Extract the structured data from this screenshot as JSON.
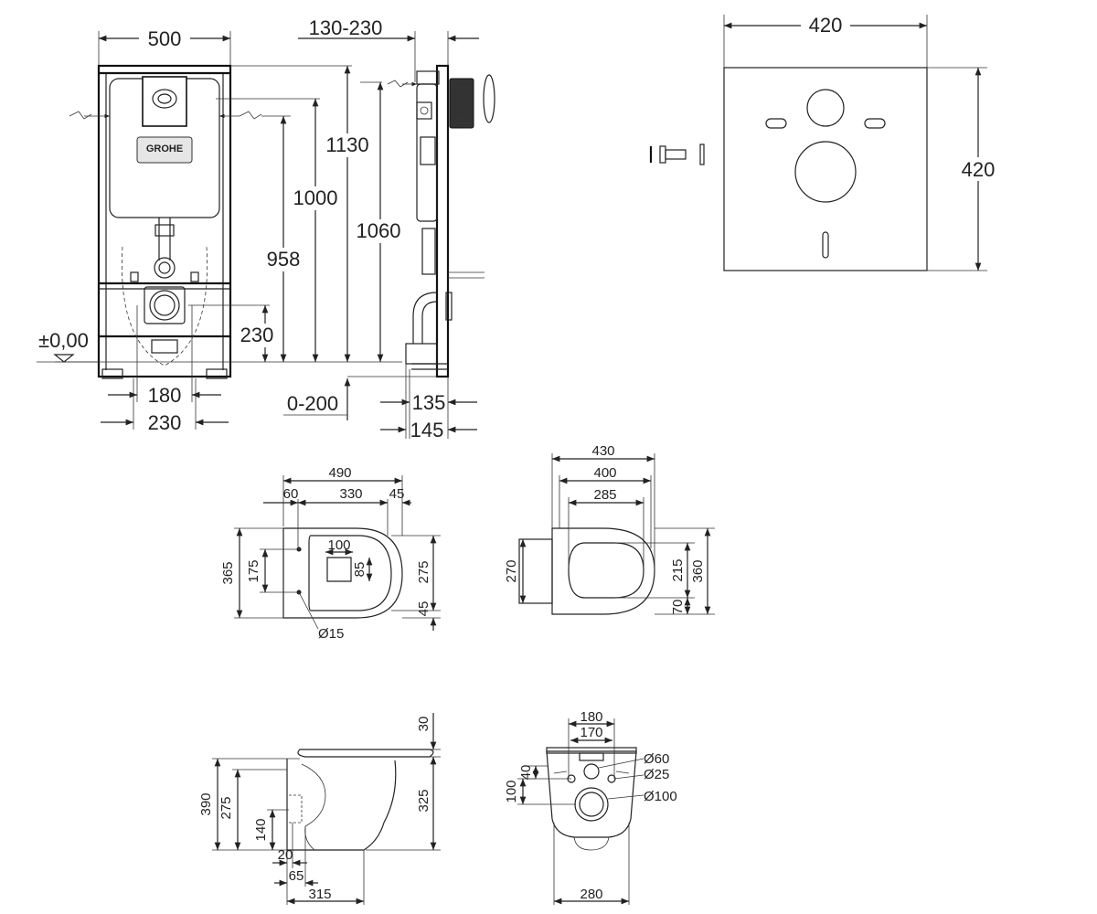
{
  "frame_front": {
    "width": "500",
    "h1130": "1130",
    "h1000": "1000",
    "h958": "958",
    "h230": "230",
    "level": "±0,00",
    "w180": "180",
    "w230": "230",
    "logo": "GROHE"
  },
  "frame_side": {
    "depth_range": "130-230",
    "h1060": "1060",
    "foot_range": "0-200",
    "d135": "135",
    "d145": "145"
  },
  "plate": {
    "width": "420",
    "height": "420"
  },
  "bowl_top": {
    "d490": "490",
    "d60": "60",
    "d330": "330",
    "d45a": "45",
    "d365": "365",
    "d175": "175",
    "d100": "100",
    "d85": "85",
    "d275": "275",
    "d45b": "45",
    "dia15": "Ø15"
  },
  "seat_top": {
    "d430": "430",
    "d400": "400",
    "d285": "285",
    "d270": "270",
    "d215": "215",
    "d360": "360",
    "d70": "70"
  },
  "bowl_side": {
    "d30": "30",
    "d390": "390",
    "d275": "275",
    "d140": "140",
    "d325": "325",
    "d20": "20",
    "d65": "65",
    "d315": "315"
  },
  "bowl_back": {
    "d180": "180",
    "d170": "170",
    "d40": "40",
    "d100": "100",
    "dia60": "Ø60",
    "dia25": "Ø25",
    "dia100": "Ø100",
    "d280": "280"
  }
}
